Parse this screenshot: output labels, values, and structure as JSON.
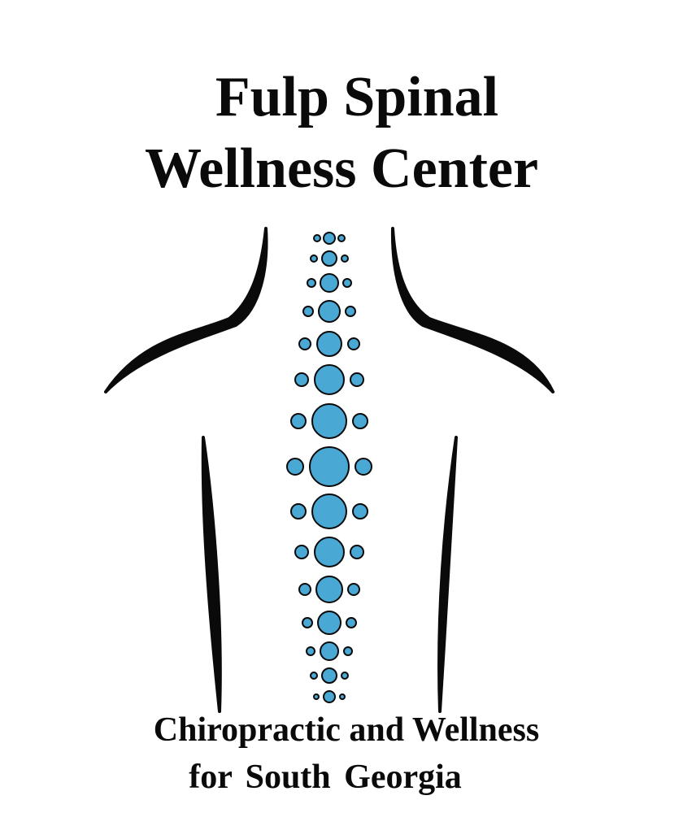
{
  "logo": {
    "title_line_1": "Fulp Spinal",
    "title_line_2": "Wellness Center",
    "tagline_line_1": "Chiropractic and Wellness",
    "tagline_line_2": "for  South Georgia"
  },
  "colors": {
    "vertebra_fill": "#4aa8d4",
    "outline": "#0a0a0a",
    "background": "#ffffff"
  }
}
